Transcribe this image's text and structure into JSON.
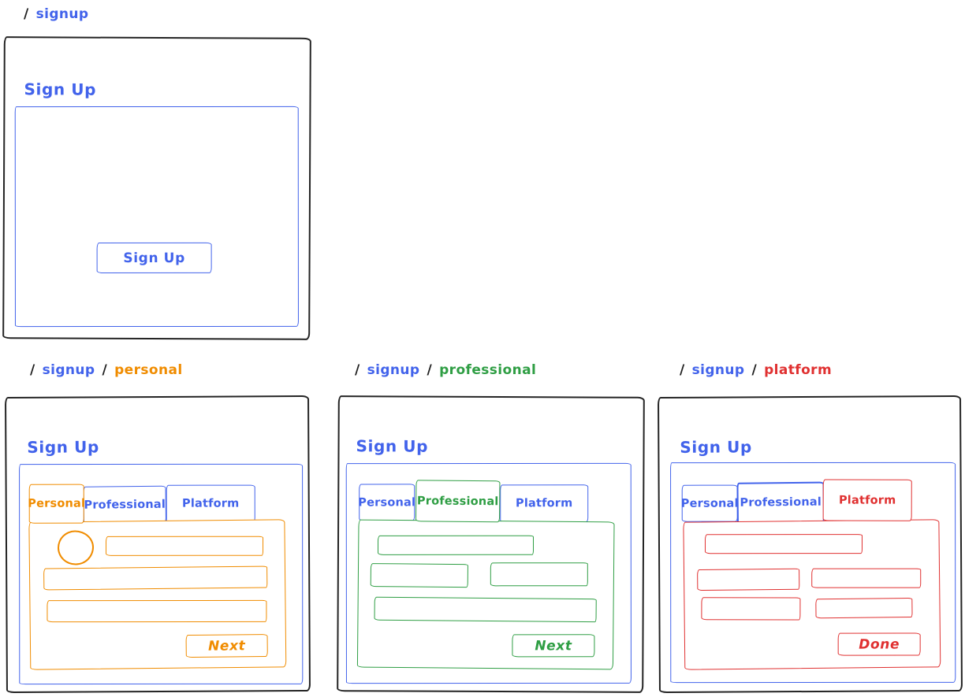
{
  "colors": {
    "ink": "#1e1e1e",
    "blue": "#4263eb",
    "orange": "#f08c00",
    "green": "#2f9e44",
    "red": "#e03131"
  },
  "tab_labels": [
    "Personal",
    "Professional",
    "Platform"
  ],
  "screens": {
    "signup": {
      "route": [
        "/",
        "signup"
      ],
      "title": "Sign Up",
      "signup_button_label": "Sign Up"
    },
    "personal": {
      "route": [
        "/",
        "signup",
        "/",
        "personal"
      ],
      "title": "Sign Up",
      "active_tab": "Personal",
      "next_button_label": "Next"
    },
    "professional": {
      "route": [
        "/",
        "signup",
        "/",
        "professional"
      ],
      "title": "Sign Up",
      "active_tab": "Professional",
      "next_button_label": "Next"
    },
    "platform": {
      "route": [
        "/",
        "signup",
        "/",
        "platform"
      ],
      "title": "Sign Up",
      "active_tab": "Platform",
      "done_button_label": "Done"
    }
  }
}
